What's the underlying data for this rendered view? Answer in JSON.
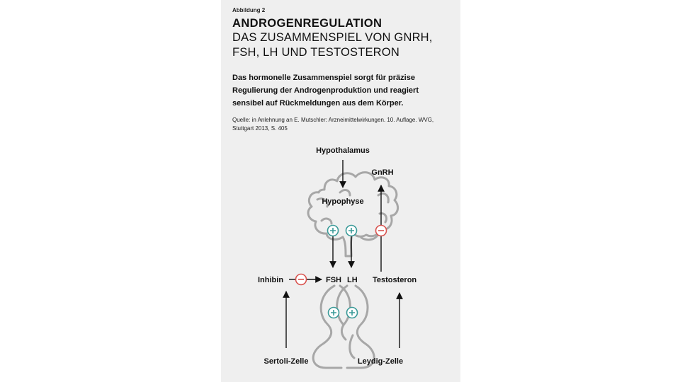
{
  "figure_label": "Abbildung 2",
  "title": "ANDROGENREGULATION",
  "subtitle": "DAS ZUSAMMENSPIEL VON GNRH, FSH, LH UND TESTOSTERON",
  "intro": "Das hormonelle Zusammenspiel sorgt für präzise Regulierung der Androgenproduktion und reagiert sensibel auf Rückmeldungen aus dem Körper.",
  "source": "Quelle: in Anlehnung an E. Mutschler: Arzneimittelwirkungen. 10. Auflage. WVG, Stuttgart 2013, S. 405",
  "diagram": {
    "labels": {
      "hypothalamus": "Hypothalamus",
      "gnrh": "GnRH",
      "hypophyse": "Hypophyse",
      "inhibin": "Inhibin",
      "fsh": "FSH",
      "lh": "LH",
      "testosteron": "Testosteron",
      "sertoli": "Sertoli-Zelle",
      "leydig": "Leydig-Zelle"
    },
    "colors": {
      "positive": "#3a9a98",
      "negative": "#d9534f",
      "outline": "#a7a7a7",
      "arrow": "#111111"
    }
  }
}
